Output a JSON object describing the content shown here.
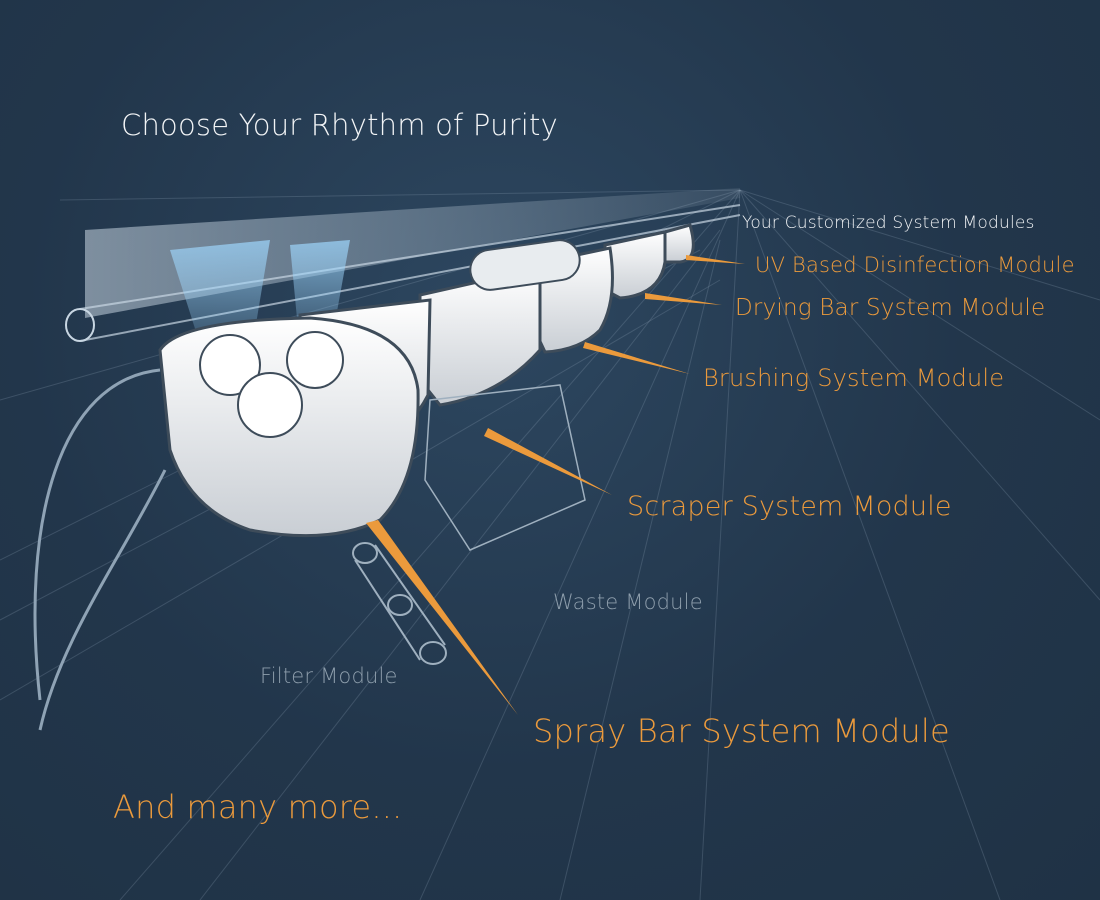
{
  "title": "Choose Your Rhythm of Purity",
  "subtitle": "Your Customized System Modules",
  "modules": [
    {
      "label": "UV Based Disinfection Module"
    },
    {
      "label": "Drying Bar System Module"
    },
    {
      "label": "Brushing System Module"
    },
    {
      "label": "Scraper System Module"
    },
    {
      "label": "Spray Bar System Module"
    }
  ],
  "secondary_modules": [
    {
      "label": "Waste Module"
    },
    {
      "label": "Filter Module"
    }
  ],
  "footer": "And many more...",
  "colors": {
    "background": "#22364b",
    "accent": "#eb9a3c",
    "muted": "#8e9eac",
    "text": "#f2f4f6"
  }
}
